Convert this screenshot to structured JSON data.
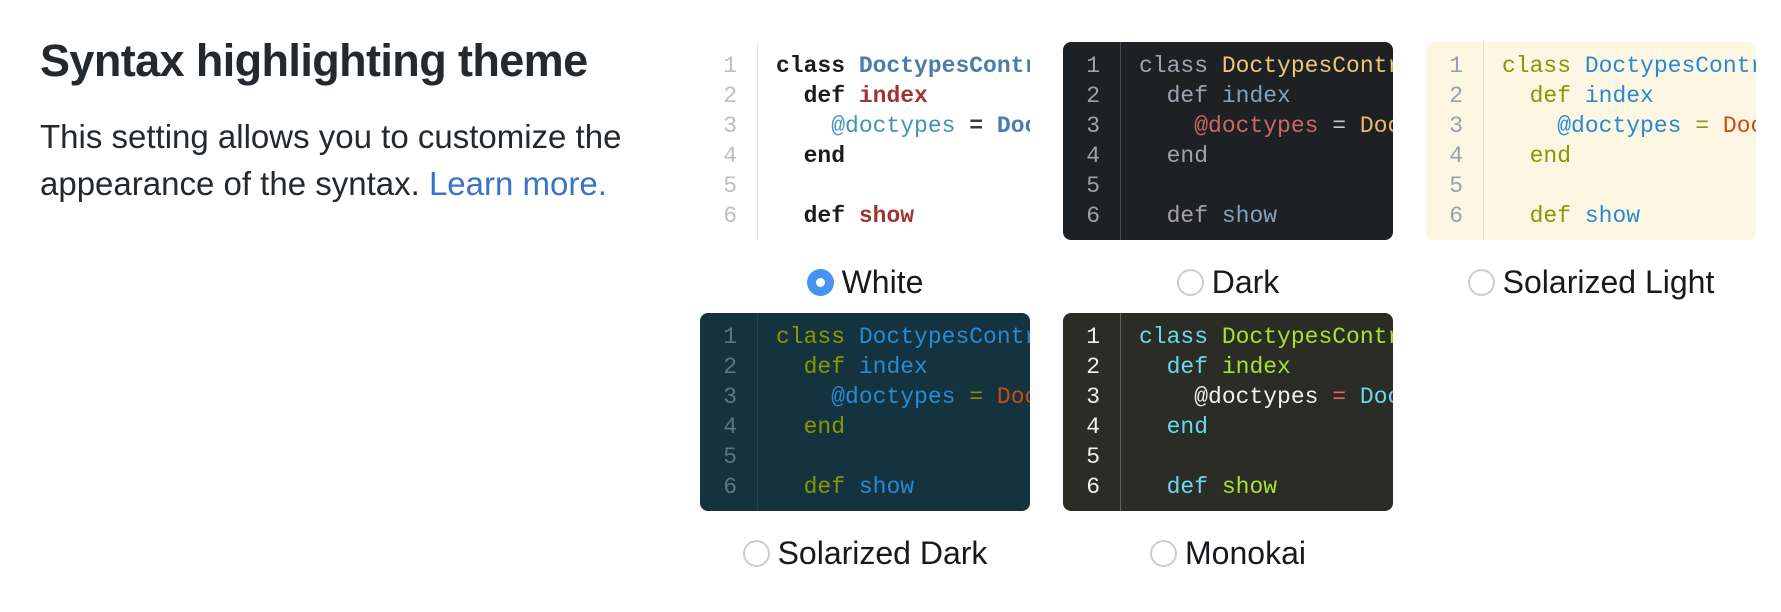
{
  "section": {
    "title": "Syntax highlighting theme",
    "description_line1": "This setting allows you to customize the",
    "description_line2": "appearance of the syntax. ",
    "learn_more": "Learn more."
  },
  "colors": {
    "page_background": "#ffffff",
    "heading_text": "#24292e",
    "body_text": "#24292e",
    "link_blue": "#3b73c8",
    "radio_selected_blue": "#4694ef",
    "radio_border_gray": "#cdcdcd"
  },
  "code_sample": {
    "line_numbers": [
      "1",
      "2",
      "3",
      "4",
      "5",
      "6"
    ],
    "lines": [
      [
        [
          "kw",
          "class"
        ],
        [
          "plain",
          " "
        ],
        [
          "cn",
          "DoctypesController"
        ]
      ],
      [
        [
          "plain",
          "  "
        ],
        [
          "kw",
          "def"
        ],
        [
          "plain",
          " "
        ],
        [
          "fn",
          "index"
        ]
      ],
      [
        [
          "plain",
          "    "
        ],
        [
          "iv",
          "@doctypes"
        ],
        [
          "plain",
          " "
        ],
        [
          "op",
          "="
        ],
        [
          "plain",
          " "
        ],
        [
          "const",
          "Doctype.all"
        ]
      ],
      [
        [
          "plain",
          "  "
        ],
        [
          "kw",
          "end"
        ]
      ],
      [],
      [
        [
          "plain",
          "  "
        ],
        [
          "kw",
          "def"
        ],
        [
          "plain",
          " "
        ],
        [
          "fn",
          "show"
        ]
      ]
    ]
  },
  "themes": [
    {
      "id": "white",
      "label": "White",
      "selected": true,
      "bold_tokens": [
        "kw",
        "cn",
        "fn",
        "op",
        "const"
      ],
      "colors": {
        "bg": "#ffffff",
        "line_number": "#bebebe",
        "gutter_border": "#e6e6e6",
        "plain": "#24292e",
        "kw": "#1b1c1d",
        "cn": "#4a7dab",
        "fn": "#9e3533",
        "iv": "#4392b6",
        "op": "#3a3a3a",
        "const": "#4a7dab"
      }
    },
    {
      "id": "dark",
      "label": "Dark",
      "selected": false,
      "bold_tokens": [],
      "colors": {
        "bg": "#1e2124",
        "line_number": "#9aa3ab",
        "gutter_border": "#464b51",
        "plain": "#c5c8c6",
        "kw": "#a69fb0",
        "cn": "#f0c674",
        "fn": "#81a2be",
        "iv": "#cc6666",
        "op": "#c2c7cc",
        "const": "#ecb96a"
      }
    },
    {
      "id": "solarized-light",
      "label": "Solarized Light",
      "selected": false,
      "bold_tokens": [],
      "colors": {
        "bg": "#fdf6e3",
        "line_number": "#94a2aa",
        "gutter_border": "#e6dfc6",
        "plain": "#657b83",
        "kw": "#859900",
        "cn": "#268bd2",
        "fn": "#268bd2",
        "iv": "#268bd2",
        "op": "#859900",
        "const": "#cb4b16"
      }
    },
    {
      "id": "solarized-dark",
      "label": "Solarized Dark",
      "selected": false,
      "bold_tokens": [],
      "colors": {
        "bg": "#14333f",
        "line_number": "#5c7780",
        "gutter_border": "#23454f",
        "plain": "#93a1a1",
        "kw": "#859900",
        "cn": "#268bd2",
        "fn": "#268bd2",
        "iv": "#268bd2",
        "op": "#859900",
        "const": "#cb4b16"
      }
    },
    {
      "id": "monokai",
      "label": "Monokai",
      "selected": false,
      "bold_tokens": [],
      "colors": {
        "bg": "#2b2c25",
        "line_number": "#f2f1eb",
        "gutter_border": "#5d5e55",
        "plain": "#f8f8f2",
        "kw": "#66d9ef",
        "cn": "#a6e22e",
        "fn": "#a6e22e",
        "iv": "#f2f1ec",
        "op": "#f25b72",
        "const": "#66d9ef"
      }
    }
  ]
}
